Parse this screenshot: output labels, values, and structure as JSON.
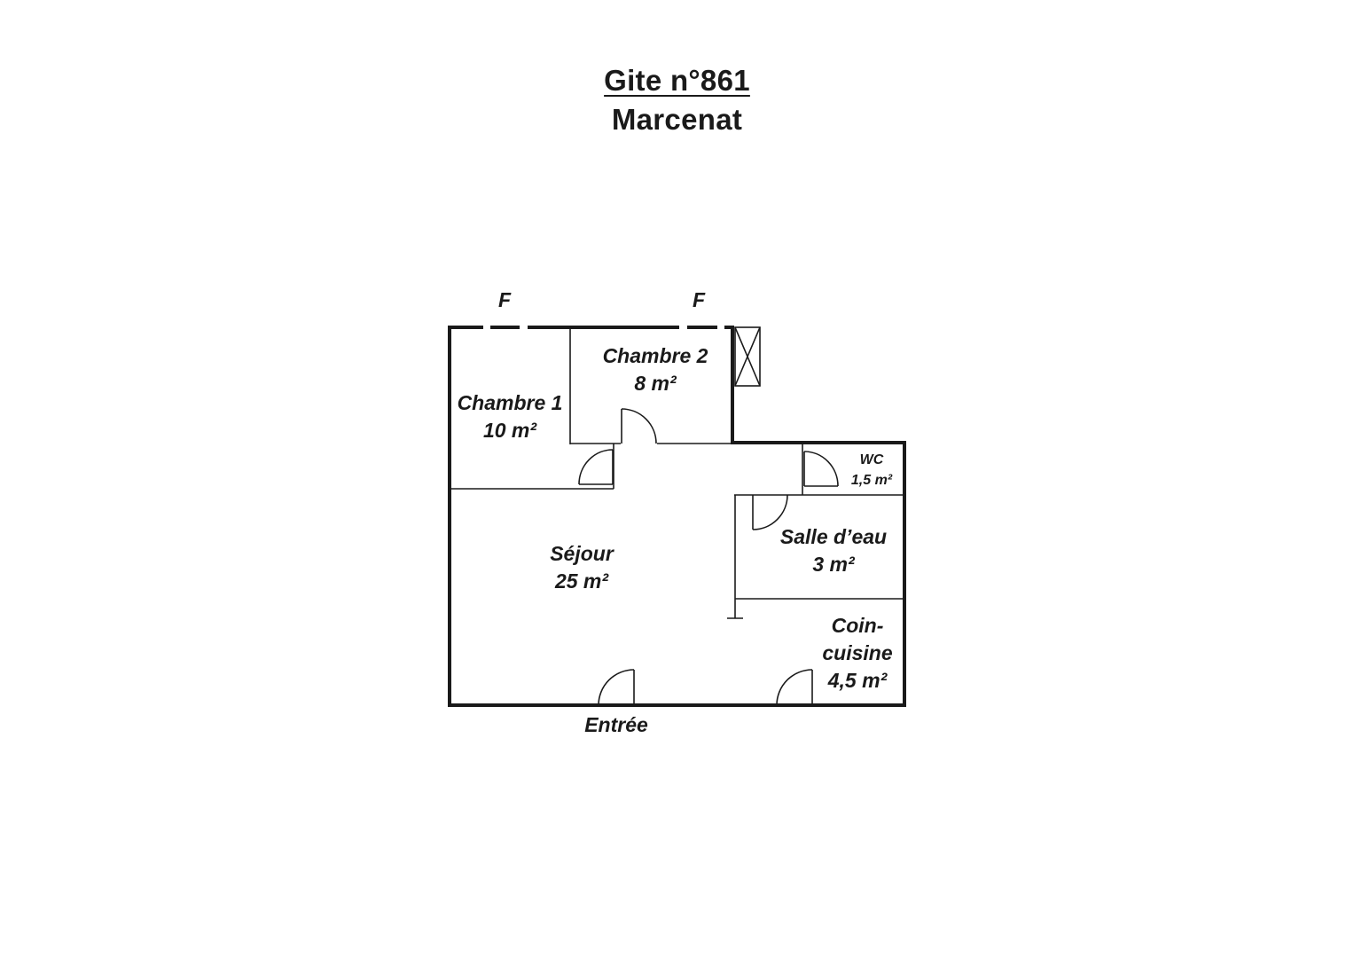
{
  "header": {
    "title": "Gite n°861",
    "subtitle": "Marcenat"
  },
  "rooms": {
    "chambre1": {
      "name": "Chambre 1",
      "area": "10 m²"
    },
    "chambre2": {
      "name": "Chambre 2",
      "area": "8 m²"
    },
    "wc": {
      "name": "WC",
      "area": "1,5 m²"
    },
    "salle_eau": {
      "name": "Salle d’eau",
      "area": "3 m²"
    },
    "sejour": {
      "name": "Séjour",
      "area": "25 m²"
    },
    "coin_cuisine": {
      "name_1": "Coin-",
      "name_2": "cuisine",
      "area": "4,5 m²"
    }
  },
  "markers": {
    "window_1": "F",
    "window_2": "F",
    "entrance": "Entrée"
  },
  "colors": {
    "ink": "#1a1a1a",
    "background": "#ffffff"
  }
}
